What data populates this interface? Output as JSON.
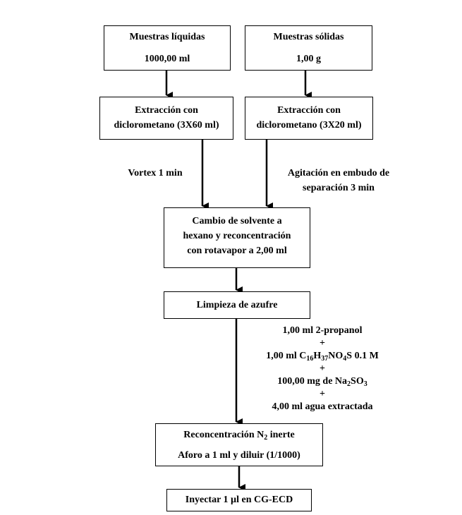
{
  "liquid_samples": {
    "title": "Muestras líquidas",
    "amount": "1000,00 ml"
  },
  "solid_samples": {
    "title": "Muestras sólidas",
    "amount": "1,00 g"
  },
  "extraction_liquid": {
    "line1": "Extracción con",
    "line2": "diclorometano (3X60 ml)"
  },
  "extraction_solid": {
    "line1": "Extracción con",
    "line2": "diclorometano (3X20 ml)"
  },
  "vortex_label": "Vortex 1 min",
  "agitation_label": {
    "line1": "Agitación en embudo de",
    "line2": "separación 3 min"
  },
  "solvent_change": {
    "line1": "Cambio de solvente a",
    "line2": "hexano y reconcentración",
    "line3": "con rotavapor a 2,00 ml"
  },
  "sulfur_cleanup": "Limpieza de azufre",
  "reagents": {
    "r1": "1,00 ml 2-propanol",
    "plus1": "+",
    "r2_prefix": "1,00 ml C",
    "r2_c_sub": "16",
    "r2_h": "H",
    "r2_h_sub": "37",
    "r2_no": "NO",
    "r2_o_sub": "4",
    "r2_suffix": "S 0.1 M",
    "plus2": "+",
    "r3_prefix": "100,00 mg de Na",
    "r3_na_sub": "2",
    "r3_so": "SO",
    "r3_so_sub": "3",
    "plus3": "+",
    "r4": "4,00 ml agua extractada"
  },
  "reconcentration": {
    "line1_prefix": "Reconcentración N",
    "line1_sub": "2",
    "line1_suffix": " inerte",
    "line2": "Aforo a 1 ml y diluir (1/1000)"
  },
  "inject": "Inyectar 1 µl en CG-ECD"
}
